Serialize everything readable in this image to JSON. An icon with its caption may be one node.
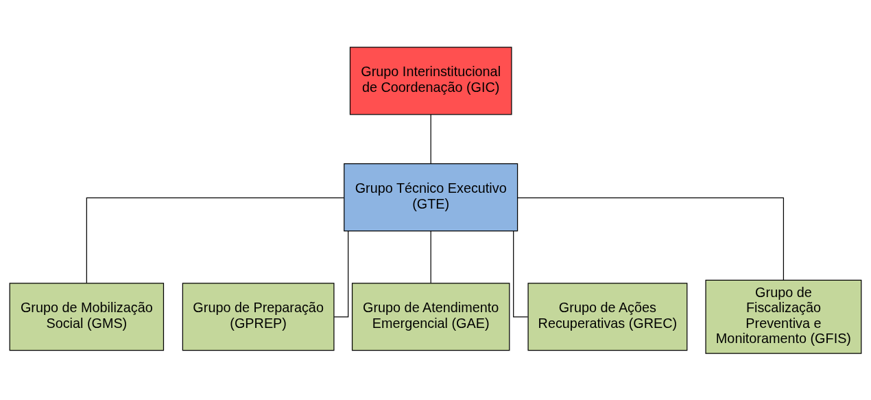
{
  "diagram": {
    "nodes": [
      {
        "text": [
          "Grupo Interinstitucional de Coordenação (GIC)"
        ]
      },
      {
        "text": [
          "Grupo Técnico Executivo (GTE)"
        ]
      },
      {
        "text": [
          "Grupo de Mobilização Social (GMS)"
        ]
      },
      {
        "text": [
          "Grupo de Preparação (GPREP)"
        ]
      },
      {
        "text": [
          "Grupo de Atendimento Emergencial (GAE)"
        ]
      },
      {
        "text": [
          "Grupo de Ações Recuperativas (GREC)"
        ]
      },
      {
        "text": [
          "Grupo de Fiscalização Preventiva e Monitoramento (GFIS)"
        ]
      }
    ],
    "edges": [
      {
        "from": 0,
        "to": 1,
        "arrow": "none"
      },
      {
        "from": 1,
        "to": 2,
        "arrow": "none"
      },
      {
        "from": 1,
        "to": 3,
        "arrow": "none"
      },
      {
        "from": 1,
        "to": 4,
        "arrow": "none"
      },
      {
        "from": 1,
        "to": 5,
        "arrow": "none"
      },
      {
        "from": 1,
        "to": 6,
        "arrow": "none"
      }
    ]
  }
}
